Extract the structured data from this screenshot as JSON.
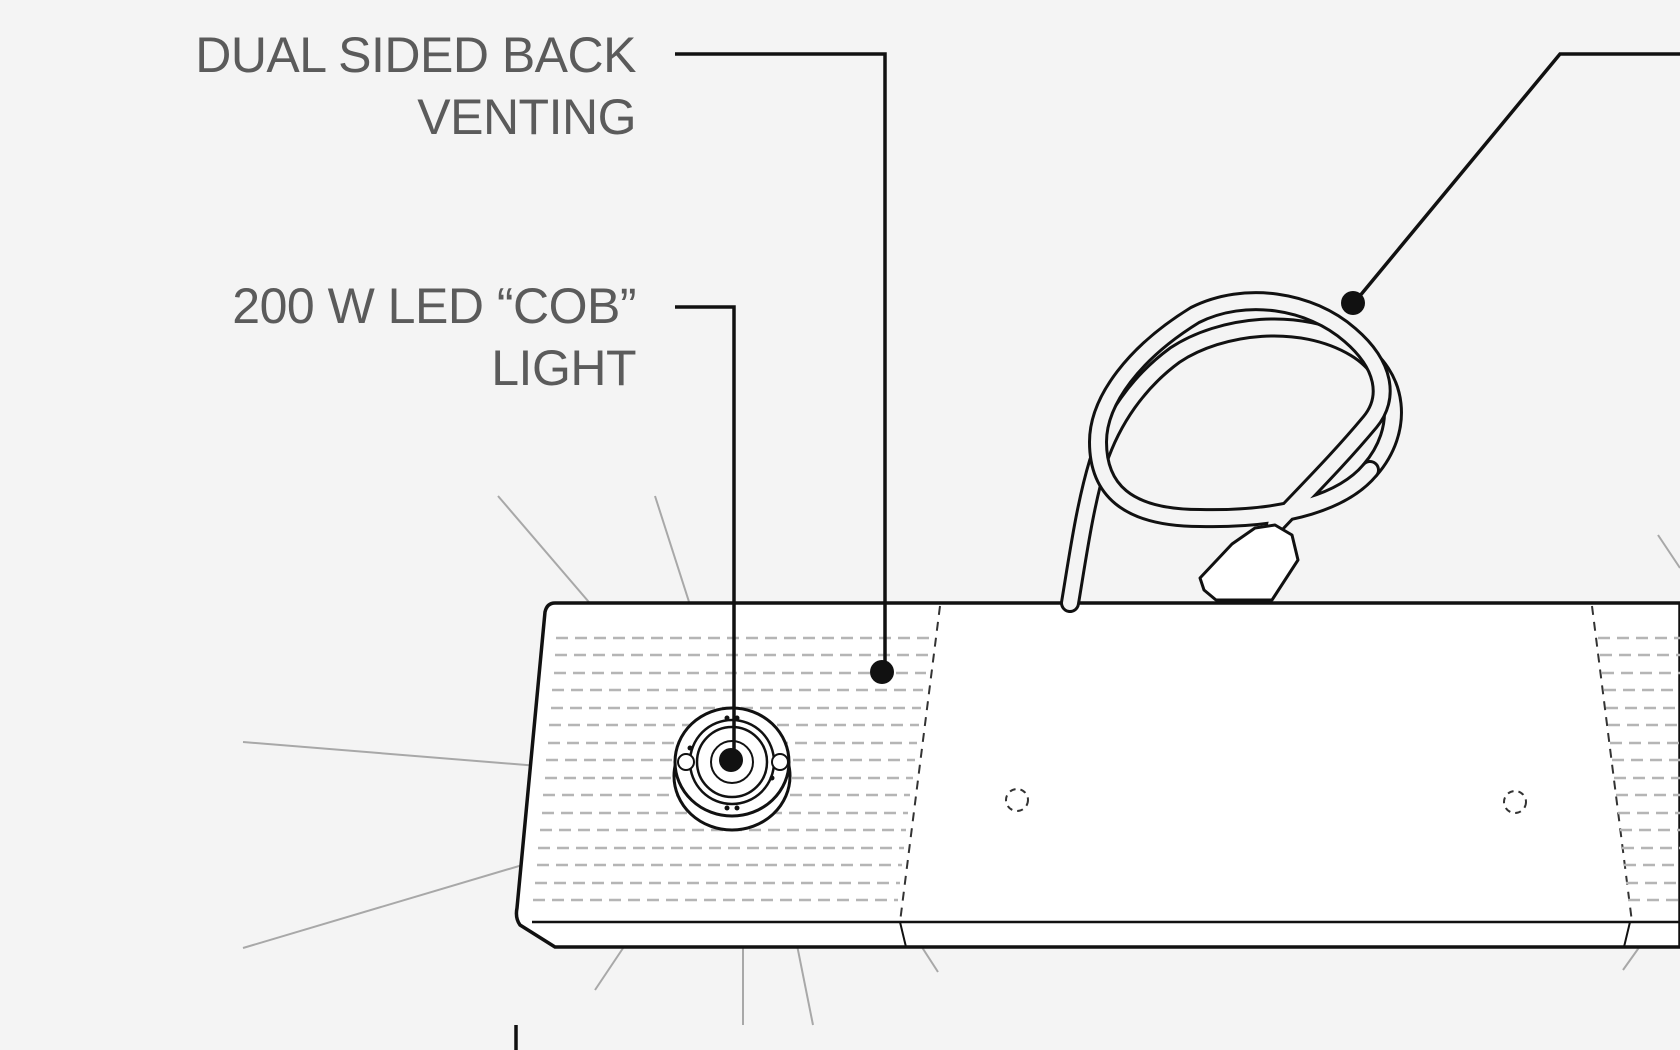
{
  "callouts": {
    "venting": {
      "line1": "DUAL SIDED BACK",
      "line2": "VENTING"
    },
    "cob": {
      "line1": "200 W LED “COB”",
      "line2": "LIGHT"
    }
  },
  "colors": {
    "background": "#f4f4f4",
    "outline": "#111111",
    "label_text": "#5b5b5b",
    "vent_dash": "#b5b5b5",
    "light_rays": "#a8a8a8",
    "fixture_fill": "#ffffff"
  },
  "icons": {
    "cob_light": "cob-light-icon",
    "power_cord": "power-cord-icon",
    "mount_hole": "mount-hole-icon"
  }
}
